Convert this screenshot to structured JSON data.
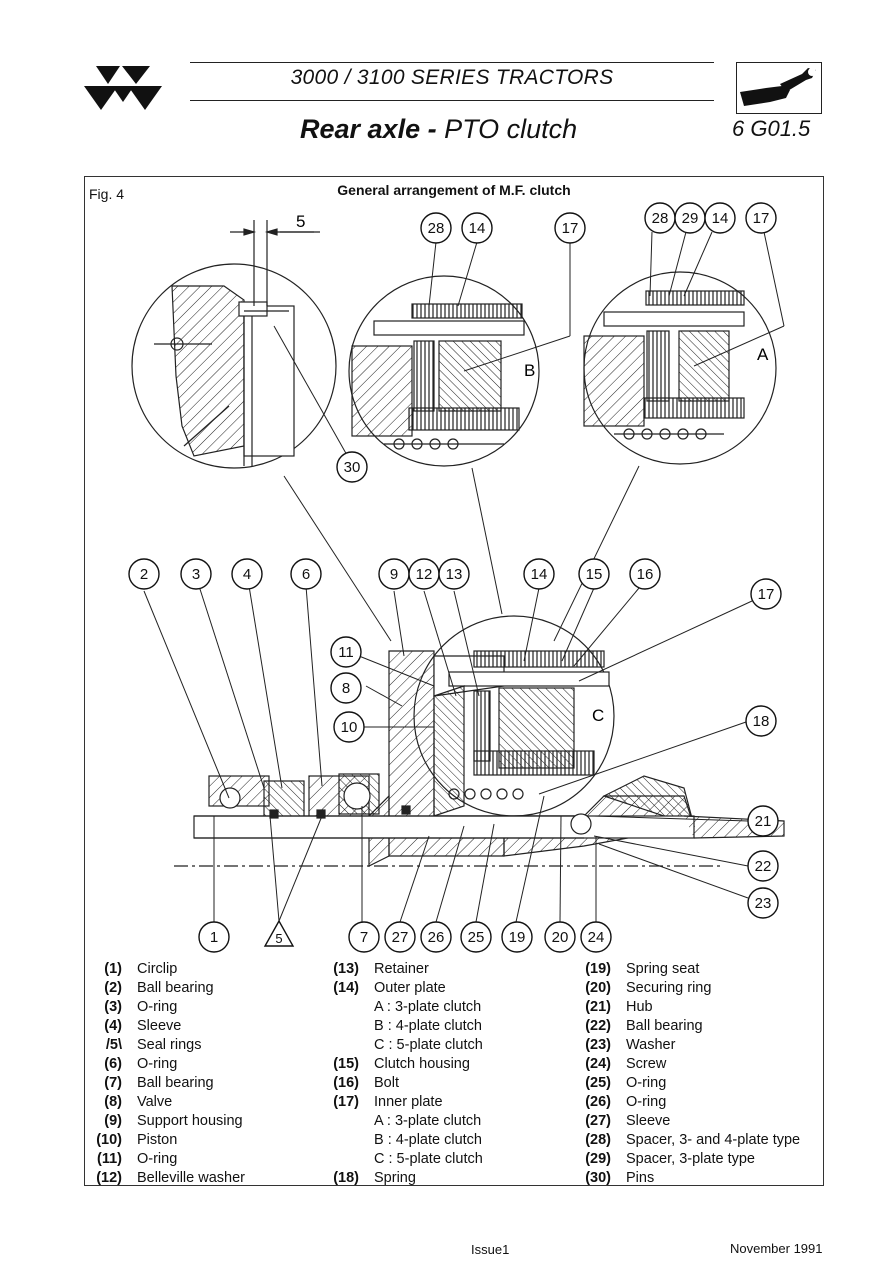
{
  "header": {
    "series_title": "3000 / 3100 SERIES  TRACTORS",
    "section_bold": "Rear axle -",
    "section_rest": " PTO clutch",
    "page_ref": "6 G01.5"
  },
  "figure": {
    "label": "Fig. 4",
    "title": "General arrangement of M.F. clutch",
    "dimension_label": "5",
    "detail_letters": [
      "B",
      "A",
      "C"
    ],
    "callouts": {
      "top_left": [
        "30"
      ],
      "top_mid": [
        "28",
        "14",
        "17"
      ],
      "top_right": [
        "28",
        "29",
        "14",
        "17"
      ],
      "upper_row": [
        "2",
        "3",
        "4",
        "6",
        "9",
        "12",
        "13",
        "14",
        "15",
        "16",
        "17"
      ],
      "side_left": [
        "11",
        "8",
        "10"
      ],
      "side_right": [
        "18",
        "21",
        "22",
        "23"
      ],
      "bottom_row": [
        "1",
        "5",
        "7",
        "27",
        "26",
        "25",
        "19",
        "20",
        "24"
      ]
    }
  },
  "legend": {
    "col1": [
      {
        "num": "(1)",
        "text": "Circlip"
      },
      {
        "num": "(2)",
        "text": "Ball bearing"
      },
      {
        "num": "(3)",
        "text": "O-ring"
      },
      {
        "num": "(4)",
        "text": "Sleeve"
      },
      {
        "num": "/5\\",
        "text": "Seal rings"
      },
      {
        "num": "(6)",
        "text": "O-ring"
      },
      {
        "num": "(7)",
        "text": "Ball bearing"
      },
      {
        "num": "(8)",
        "text": "Valve"
      },
      {
        "num": "(9)",
        "text": "Support housing"
      },
      {
        "num": "(10)",
        "text": "Piston"
      },
      {
        "num": "(11)",
        "text": "O-ring"
      },
      {
        "num": "(12)",
        "text": "Belleville washer"
      }
    ],
    "col2": [
      {
        "num": "(13)",
        "text": "Retainer"
      },
      {
        "num": "(14)",
        "text": "Outer plate"
      },
      {
        "num": "",
        "text": "A : 3-plate clutch"
      },
      {
        "num": "",
        "text": "B : 4-plate clutch"
      },
      {
        "num": "",
        "text": "C : 5-plate clutch"
      },
      {
        "num": "(15)",
        "text": "Clutch housing"
      },
      {
        "num": "(16)",
        "text": "Bolt"
      },
      {
        "num": "(17)",
        "text": "Inner plate"
      },
      {
        "num": "",
        "text": "A : 3-plate clutch"
      },
      {
        "num": "",
        "text": "B : 4-plate clutch"
      },
      {
        "num": "",
        "text": "C : 5-plate clutch"
      },
      {
        "num": "(18)",
        "text": "Spring"
      }
    ],
    "col3": [
      {
        "num": "(19)",
        "text": "Spring seat"
      },
      {
        "num": "(20)",
        "text": "Securing ring"
      },
      {
        "num": "(21)",
        "text": "Hub"
      },
      {
        "num": "(22)",
        "text": "Ball bearing"
      },
      {
        "num": "(23)",
        "text": "Washer"
      },
      {
        "num": "(24)",
        "text": "Screw"
      },
      {
        "num": "(25)",
        "text": "O-ring"
      },
      {
        "num": "(26)",
        "text": "O-ring"
      },
      {
        "num": "(27)",
        "text": "Sleeve"
      },
      {
        "num": "(28)",
        "text": "Spacer, 3- and 4-plate type"
      },
      {
        "num": "(29)",
        "text": "Spacer, 3-plate type"
      },
      {
        "num": "(30)",
        "text": "Pins"
      }
    ]
  },
  "footer": {
    "issue": "Issue1",
    "date": "November 1991"
  }
}
